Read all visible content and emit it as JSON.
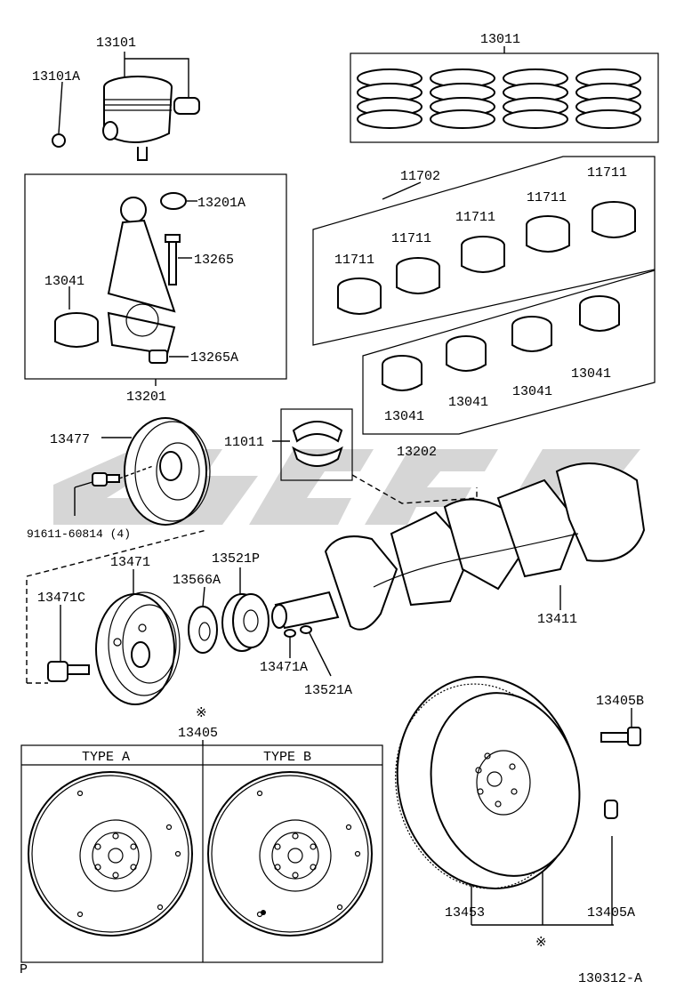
{
  "diagram": {
    "footer_left": "P",
    "footer_right": "130312-A",
    "type_a_label": "TYPE A",
    "type_b_label": "TYPE B",
    "note_mark": "※"
  },
  "labels": {
    "p13101": "13101",
    "p13101A": "13101A",
    "p13011": "13011",
    "p13201A": "13201A",
    "p13265": "13265",
    "p13041_rod": "13041",
    "p13265A": "13265A",
    "p13201": "13201",
    "p11702": "11702",
    "p11711_a": "11711",
    "p11711_b": "11711",
    "p11711_c": "11711",
    "p11711_d": "11711",
    "p11711_e": "11711",
    "p13041_a": "13041",
    "p13041_b": "13041",
    "p13041_c": "13041",
    "p13041_d": "13041",
    "p13202": "13202",
    "p13477": "13477",
    "p11011": "11011",
    "p91611": "91611-60814 (4)",
    "p13471": "13471",
    "p13521P": "13521P",
    "p13566A": "13566A",
    "p13471C": "13471C",
    "p13411": "13411",
    "p13471A": "13471A",
    "p13521A": "13521A",
    "p13405": "13405",
    "p13405B": "13405B",
    "p13453": "13453",
    "p13405A": "13405A"
  }
}
